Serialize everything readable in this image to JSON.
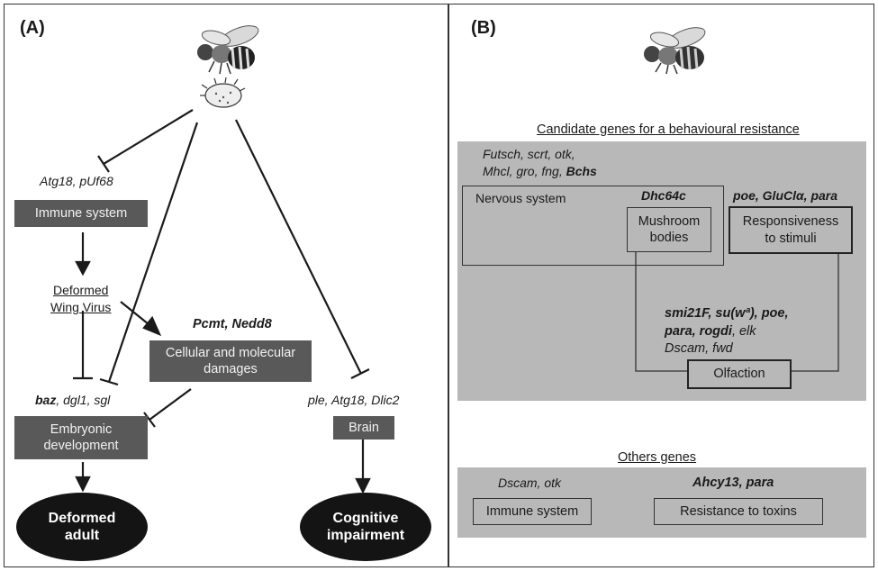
{
  "panel_a": {
    "label": "(A)",
    "genes_immune": "Atg18, pUf68",
    "immune_system": "Immune system",
    "dwv_line1": "Deformed",
    "dwv_line2": "Wing Virus",
    "genes_damage": "Pcmt, Nedd8",
    "damage_line1": "Cellular and molecular",
    "damage_line2": "damages",
    "genes_embryo_bold": "baz",
    "genes_embryo_rest": ", dgl1, sgl",
    "embryo_line1": "Embryonic",
    "embryo_line2": "development",
    "deformed_line1": "Deformed",
    "deformed_line2": "adult",
    "genes_brain": "ple, Atg18, Dlic2",
    "brain": "Brain",
    "cognitive_line1": "Cognitive",
    "cognitive_line2": "impairment"
  },
  "panel_b": {
    "label": "(B)",
    "candidate_heading": "Candidate genes for a behavioural resistance",
    "nervous_genes_line1": "Futsch, scrt, otk,",
    "nervous_genes_line2": "Mhcl, gro, fng, ",
    "nervous_genes_bold": "Bchs",
    "nervous_system": "Nervous system",
    "mushroom_genes": "Dhc64c",
    "mushroom_line1": "Mushroom",
    "mushroom_line2": "bodies",
    "responsiveness_genes": "poe, GluClα,  para",
    "responsiveness_line1": "Responsiveness",
    "responsiveness_line2": "to stimuli",
    "olfaction_genes_line1": "smi21F, su(wª), poe,",
    "olfaction_genes_line2_bold": "para, rogdi",
    "olfaction_genes_line2_rest": ", elk",
    "olfaction_genes_line3": "Dscam, fwd",
    "olfaction": "Olfaction",
    "others_heading": "Others genes",
    "immune_genes": "Dscam, otk",
    "immune_system": "Immune system",
    "toxin_genes": "Ahcy13, para",
    "toxins": "Resistance to toxins"
  }
}
